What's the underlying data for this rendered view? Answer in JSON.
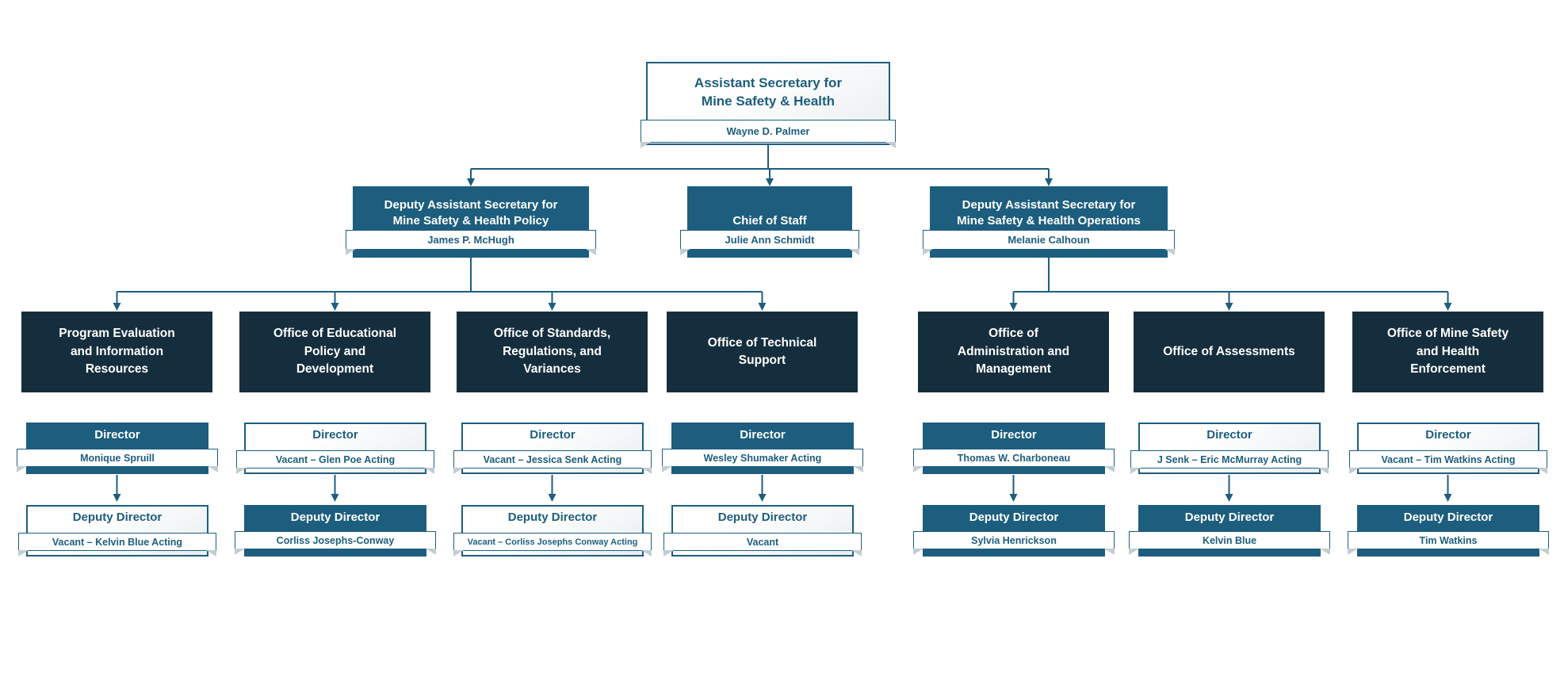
{
  "palette": {
    "teal_fill": "#1d5e7e",
    "navy_fill": "#152e3d",
    "line_color": "#1d5e7e",
    "banner_bg": "#ffffff",
    "text_on_dark": "#ffffff",
    "text_on_light": "#1d5e7e"
  },
  "root": {
    "title": "Assistant Secretary for\nMine Safety & Health",
    "name": "Wayne D. Palmer"
  },
  "level2": [
    {
      "title": "Deputy Assistant Secretary for\nMine Safety & Health Policy",
      "name": "James P. McHugh"
    },
    {
      "title": "Chief of Staff",
      "name": "Julie Ann Schmidt"
    },
    {
      "title": "Deputy Assistant Secretary for\nMine Safety & Health Operations",
      "name": "Melanie Calhoun"
    }
  ],
  "columns": [
    {
      "office": "Program Evaluation\nand Information\nResources",
      "director": {
        "title": "Director",
        "name": "Monique Spruill",
        "filled": true
      },
      "deputy": {
        "title": "Deputy Director",
        "name": "Vacant – Kelvin Blue Acting",
        "filled": false
      }
    },
    {
      "office": "Office of Educational\nPolicy and\nDevelopment",
      "director": {
        "title": "Director",
        "name": "Vacant – Glen Poe Acting",
        "filled": false
      },
      "deputy": {
        "title": "Deputy Director",
        "name": "Corliss Josephs-Conway",
        "filled": true
      }
    },
    {
      "office": "Office of Standards,\nRegulations, and\nVariances",
      "director": {
        "title": "Director",
        "name": "Vacant – Jessica Senk Acting",
        "filled": false
      },
      "deputy": {
        "title": "Deputy Director",
        "name": "Vacant – Corliss Josephs Conway Acting",
        "filled": false
      }
    },
    {
      "office": "Office of Technical\nSupport",
      "director": {
        "title": "Director",
        "name": "Wesley Shumaker Acting",
        "filled": true
      },
      "deputy": {
        "title": "Deputy Director",
        "name": "Vacant",
        "filled": false
      }
    },
    {
      "office": "Office of\nAdministration and\nManagement",
      "director": {
        "title": "Director",
        "name": "Thomas W. Charboneau",
        "filled": true
      },
      "deputy": {
        "title": "Deputy Director",
        "name": "Sylvia Henrickson",
        "filled": true
      }
    },
    {
      "office": "Office of Assessments",
      "director": {
        "title": "Director",
        "name": "J Senk – Eric McMurray Acting",
        "filled": false
      },
      "deputy": {
        "title": "Deputy Director",
        "name": "Kelvin Blue",
        "filled": true
      }
    },
    {
      "office": "Office of Mine Safety\nand Health\nEnforcement",
      "director": {
        "title": "Director",
        "name": "Vacant – Tim Watkins Acting",
        "filled": false
      },
      "deputy": {
        "title": "Deputy Director",
        "name": "Tim Watkins",
        "filled": true
      }
    }
  ]
}
